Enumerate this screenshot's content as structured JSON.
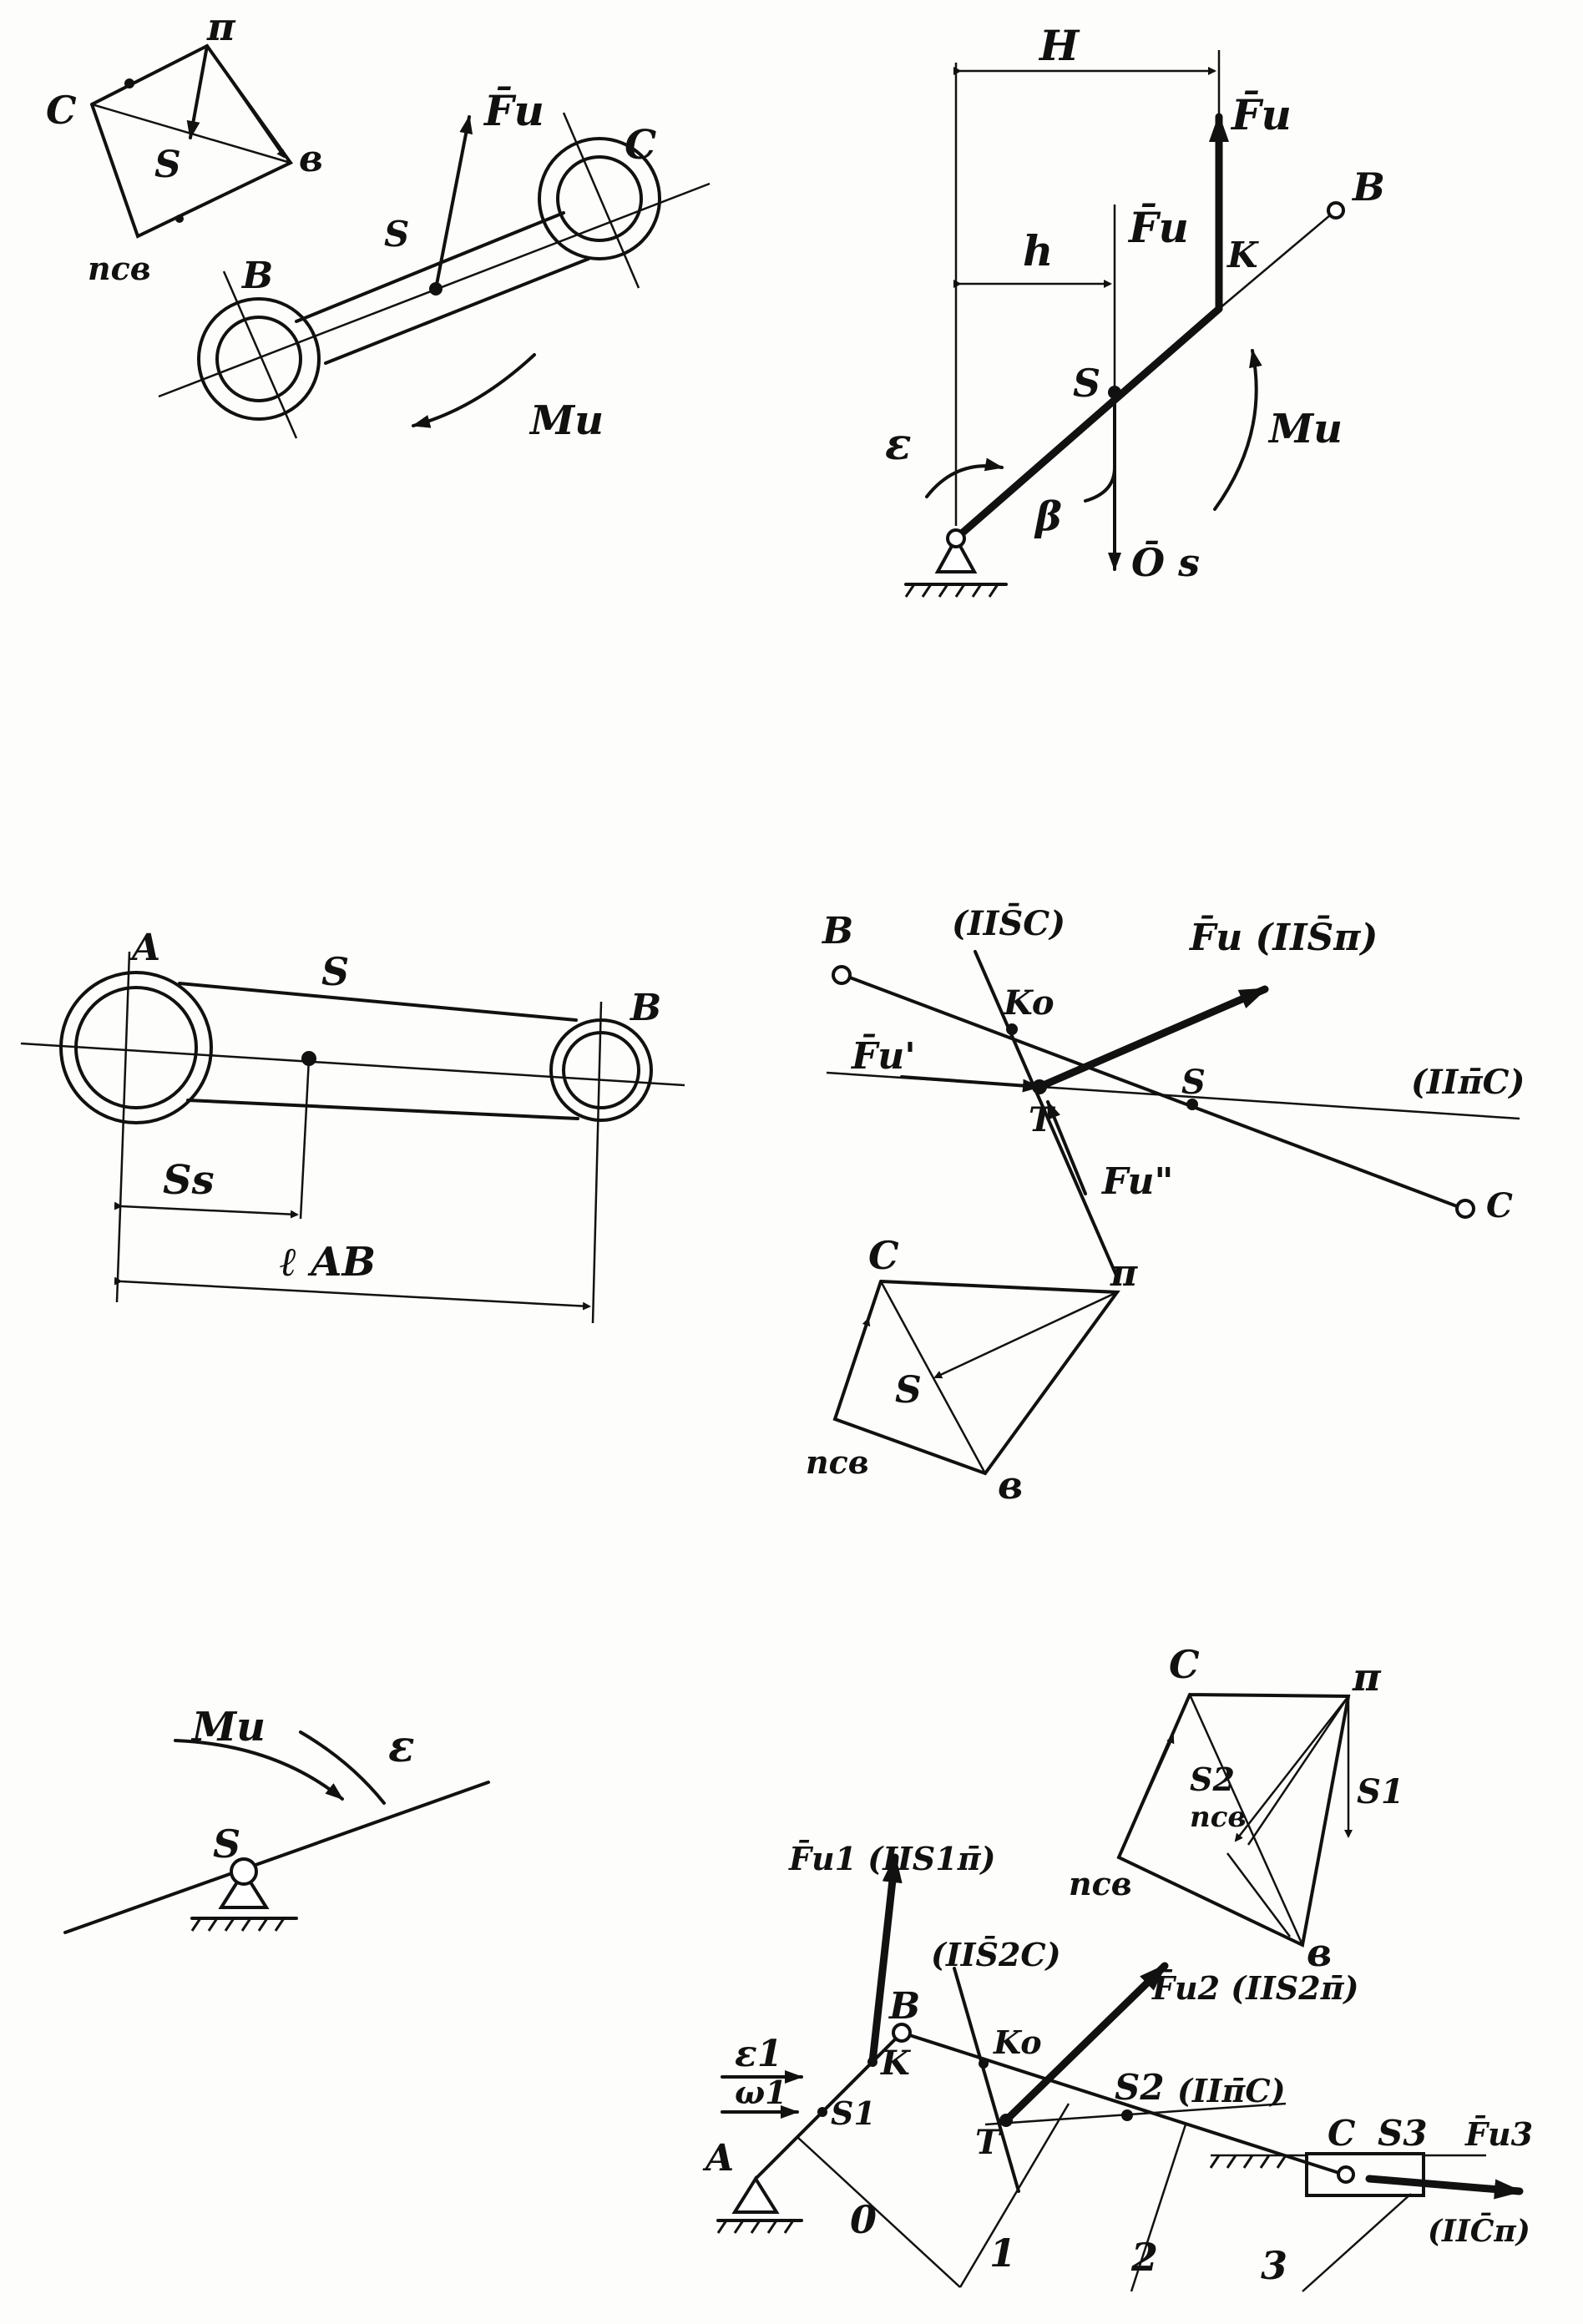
{
  "fig1": {
    "poly": {
      "c": "C",
      "pi": "π",
      "s": "S",
      "b": "в",
      "ncb": "nсв"
    },
    "fu": "F̄u",
    "s": "S",
    "b": "B",
    "c": "C",
    "mu": "Mu"
  },
  "fig2": {
    "H": "H",
    "h": "h",
    "fu_top": "F̄u",
    "fu_mid": "F̄u",
    "b": "B",
    "k": "K",
    "s": "S",
    "eps": "ε",
    "beta": "β",
    "os": "Ō s",
    "mu": "Mu"
  },
  "fig3": {
    "a": "A",
    "s": "S",
    "b": "B",
    "ss": "Ss",
    "lab": "ℓ AB"
  },
  "fig4": {
    "b": "B",
    "sc": "(IIS̄C)",
    "fu": "F̄u (IIS̄π)",
    "ko": "Ko",
    "fu1": "F̄u'",
    "s": "S",
    "pic": "(IIπ̄C)",
    "t": "T",
    "fu2": "Fu\"",
    "c": "C",
    "poly": {
      "c": "C",
      "pi": "π",
      "s": "S",
      "ncb": "nсв",
      "b": "в"
    }
  },
  "fig5": {
    "mu": "Mu",
    "eps": "ε",
    "s": "S"
  },
  "fig6": {
    "poly": {
      "c": "C",
      "pi": "π",
      "s2": "S2",
      "ncb_inner": "nсв",
      "s1": "S1",
      "ncb": "nсв",
      "b": "в"
    },
    "fu1": "F̄u1 (IIS1π̄)",
    "b": "B",
    "s2c": "(IIS̄2C)",
    "fu2": "F̄u2 (IIS2π̄)",
    "eps1": "ε1",
    "omega1": "ω1",
    "k": "K",
    "ko": "Ko",
    "s1": "S1",
    "s2": "S2",
    "pic": "(IIπ̄C)",
    "t": "T",
    "a": "A",
    "c": "C",
    "s3": "S3",
    "fu3": "F̄u3",
    "cpi": "(IIC̄π)",
    "n0": "0",
    "n1": "1",
    "n2": "2",
    "n3": "3"
  }
}
